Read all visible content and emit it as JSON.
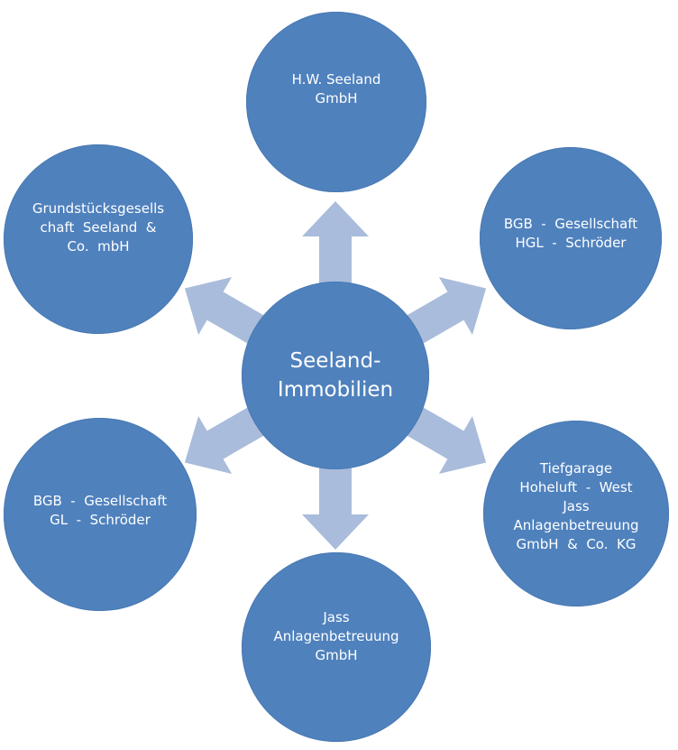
{
  "diagram": {
    "center": {
      "lines": [
        "Seeland-",
        "Immobilien"
      ]
    },
    "nodes": [
      {
        "id": "top",
        "lines": [
          "H.W. Seeland",
          "GmbH"
        ]
      },
      {
        "id": "top-right",
        "lines": [
          "BGB  -  Gesellschaft",
          "HGL  -  Schröder"
        ]
      },
      {
        "id": "bottom-right",
        "lines": [
          "Tiefgarage",
          "Hoheluft  -  West",
          "Jass",
          "Anlagenbetreuung",
          "GmbH  &  Co.  KG"
        ]
      },
      {
        "id": "bottom",
        "lines": [
          "Jass",
          "Anlagenbetreuung",
          "GmbH"
        ]
      },
      {
        "id": "bottom-left",
        "lines": [
          "BGB  -  Gesellschaft",
          "GL  -  Schröder"
        ]
      },
      {
        "id": "top-left",
        "lines": [
          "Grundstücksgesells",
          "chaft  Seeland  &",
          "Co.  mbH"
        ]
      }
    ],
    "colors": {
      "node_fill": "#4f81bd",
      "arrow_fill": "#a9bcdb",
      "text": "#ffffff"
    }
  }
}
